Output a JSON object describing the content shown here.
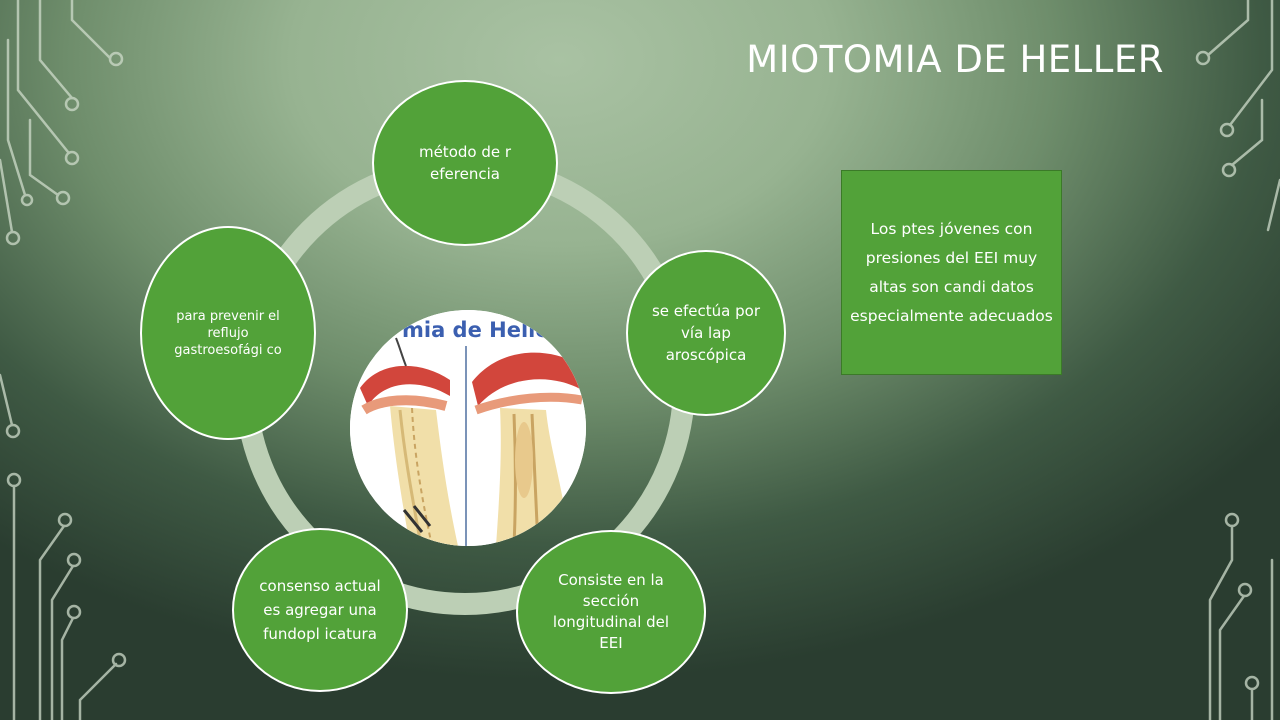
{
  "slide": {
    "title": "MIOTOMIA DE HELLER"
  },
  "diagram": {
    "center_image_caption": "mia de Heller",
    "nodes": [
      {
        "text": "método de r eferencia"
      },
      {
        "text": "se efectúa por vía lap aroscópica"
      },
      {
        "text": "Consiste en la sección longitudinal del EEI"
      },
      {
        "text": "consenso actual es agregar una fundopl icatura"
      },
      {
        "text": "para prevenir el reflujo gastroesofági co"
      }
    ]
  },
  "side_box": {
    "text": "Los ptes jóvenes con presiones del EEI muy altas son candi datos especialmente adecuados"
  },
  "colors": {
    "node_fill": "#52a239",
    "ring": "#bccfb5",
    "text": "#ffffff"
  }
}
